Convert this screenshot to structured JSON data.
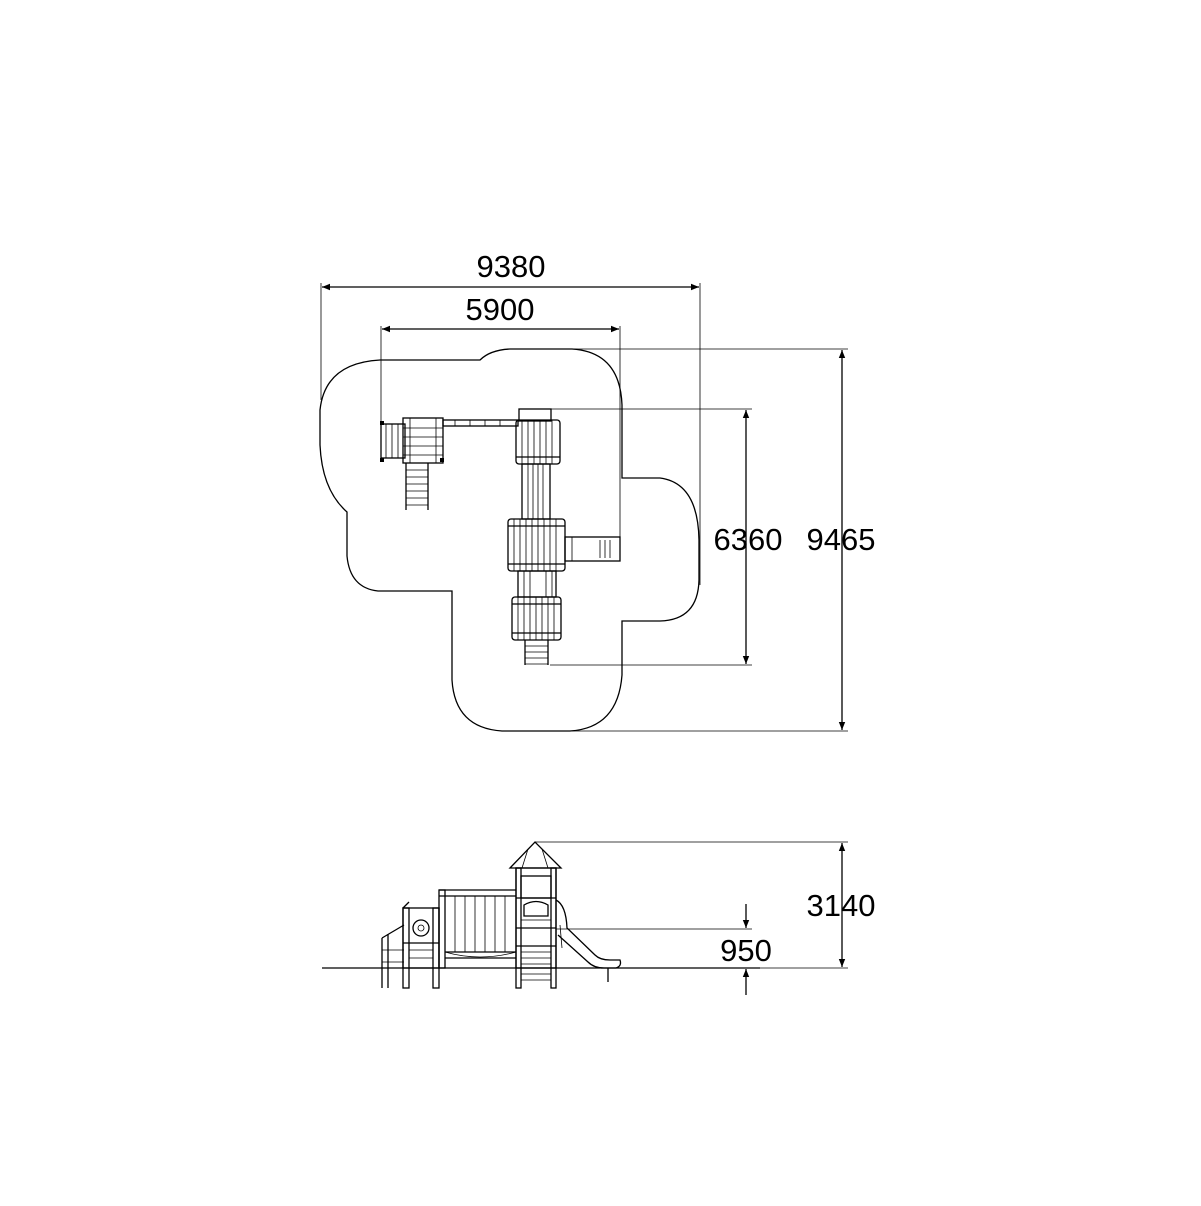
{
  "dimensions": {
    "plan_total_width": "9380",
    "plan_inner_width": "5900",
    "plan_inner_depth": "6360",
    "plan_total_depth": "9465",
    "elevation_total_height": "3140",
    "elevation_platform_height": "950"
  }
}
